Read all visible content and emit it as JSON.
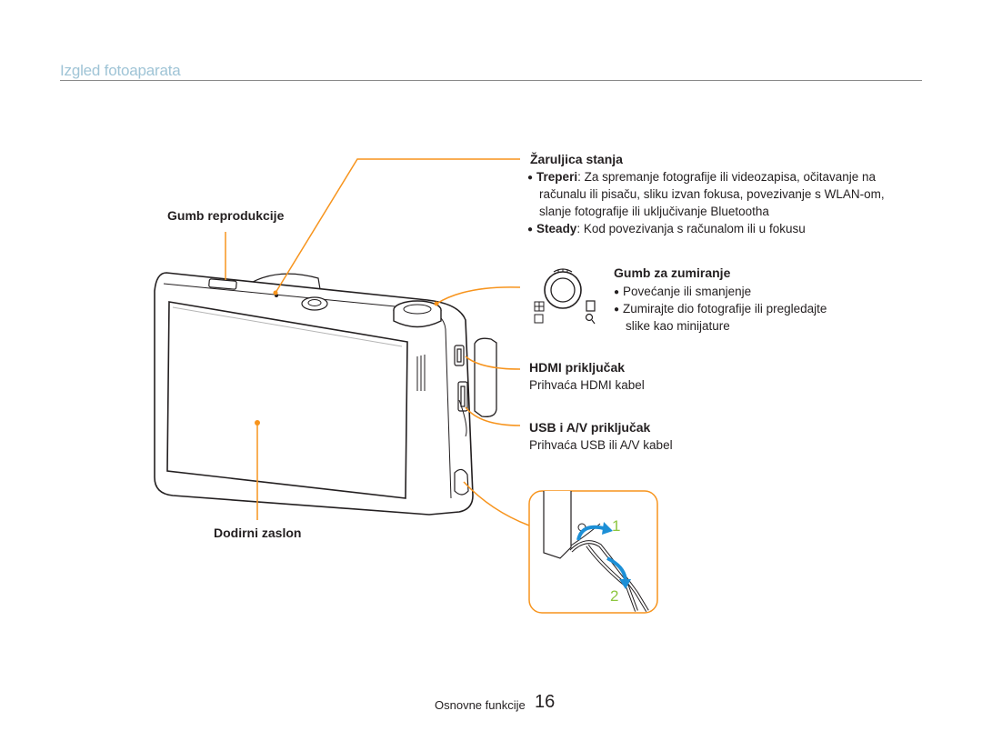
{
  "page": {
    "title": "Izgled fotoaparata",
    "footer_section": "Osnovne funkcije",
    "footer_page": "16"
  },
  "colors": {
    "accent_orange": "#f7941d",
    "title_blue": "#9fc4d6",
    "strap_arrow_blue": "#1c8fd6"
  },
  "callouts": {
    "status_lamp": {
      "heading": "Žaruljica stanja",
      "items": [
        {
          "term": "Treperi",
          "lines": [
            ": Za spremanje fotografije ili videozapisa, očitavanje na",
            "računalu ili pisaču, sliku izvan fokusa, povezivanje s WLAN-om,",
            "slanje fotografije ili uključivanje Bluetootha"
          ]
        },
        {
          "term": "Steady",
          "lines": [
            ": Kod povezivanja s računalom ili u fokusu"
          ]
        }
      ]
    },
    "playback_button": {
      "heading": "Gumb reprodukcije"
    },
    "zoom_button": {
      "heading": "Gumb za zumiranje",
      "items": [
        "Povećanje ili smanjenje",
        "Zumirajte dio fotografije ili pregledajte",
        "slike kao minijature"
      ]
    },
    "hdmi_port": {
      "heading": "HDMI priključak",
      "text": "Prihvaća HDMI kabel"
    },
    "usb_av_port": {
      "heading": "USB i A/V priključak",
      "text": "Prihvaća USB ili A/V kabel"
    },
    "touch_screen": {
      "heading": "Dodirni zaslon"
    },
    "strap_steps": {
      "step1": "1",
      "step2": "2"
    }
  },
  "icons": [
    "camera-illustration",
    "zoom-lever-icon",
    "thumbnail-grid-icon",
    "zoom-in-icon",
    "strap-attach-illustration"
  ]
}
